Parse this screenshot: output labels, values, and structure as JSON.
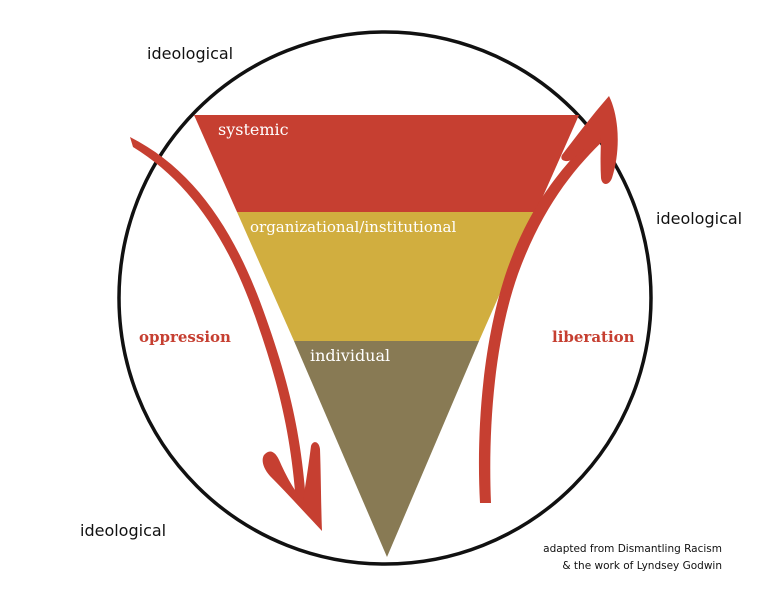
{
  "labels": {
    "ideological_top_left": "ideological",
    "ideological_right": "ideological",
    "ideological_bottom_left": "ideological",
    "oppression": "oppression",
    "liberation": "liberation"
  },
  "levels": [
    {
      "label": "systemic",
      "color": "#c63f31"
    },
    {
      "label": "organizational/institutional",
      "color": "#d1ae3f"
    },
    {
      "label": "individual",
      "color": "#887a54"
    }
  ],
  "colors": {
    "arrow": "#c63f31",
    "circle": "#111111",
    "flow_label": "#c63f31"
  },
  "credit": {
    "line1": "adapted from Dismantling Racism",
    "line2": "& the work of Lyndsey Godwin"
  }
}
